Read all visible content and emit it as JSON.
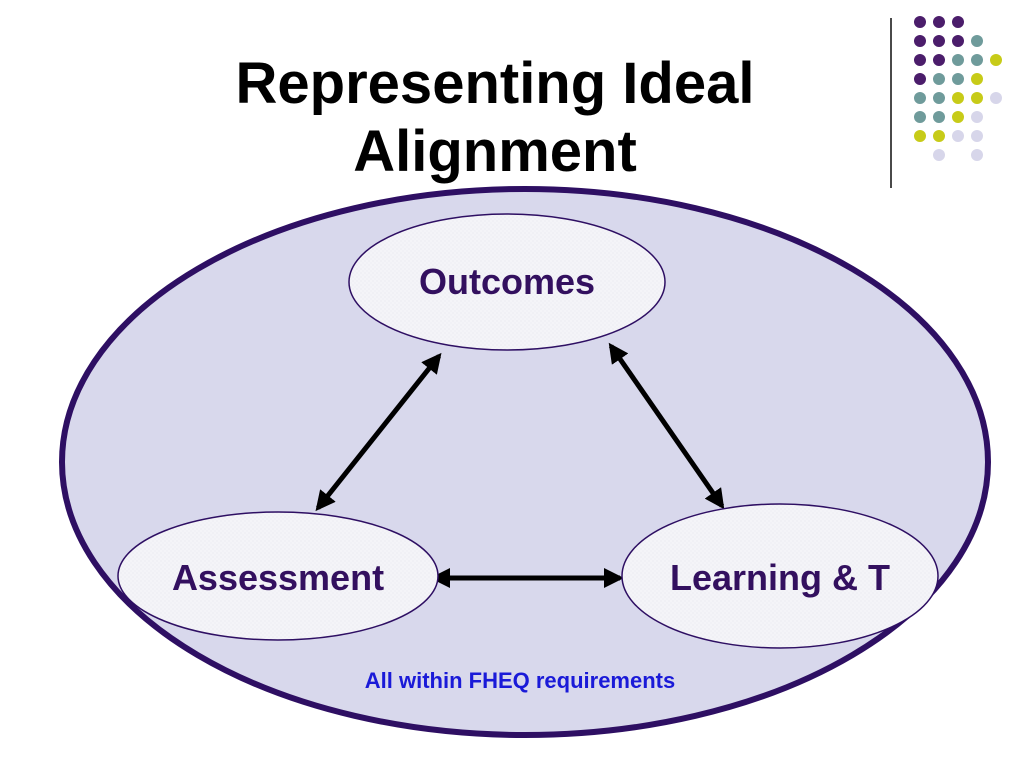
{
  "slide": {
    "title_line1": "Representing Ideal",
    "title_line2": "Alignment"
  },
  "diagram": {
    "nodes": {
      "outcomes": "Outcomes",
      "assessment": "Assessment",
      "learning": "Learning & T"
    },
    "footnote": "All within FHEQ requirements"
  },
  "colors": {
    "outer_fill": "#d8d8ec",
    "outer_stroke": "#2e0f63",
    "node_fill": "#f4f4f8",
    "node_stroke": "#2e0f63",
    "node_text": "#33105f",
    "footnote_text": "#1a1ad8",
    "arrow": "#000000",
    "dot_purple": "#4b1d6b",
    "dot_teal": "#6f9b9b",
    "dot_yellow": "#c7cb18",
    "dot_lavender": "#d7d6ea"
  }
}
